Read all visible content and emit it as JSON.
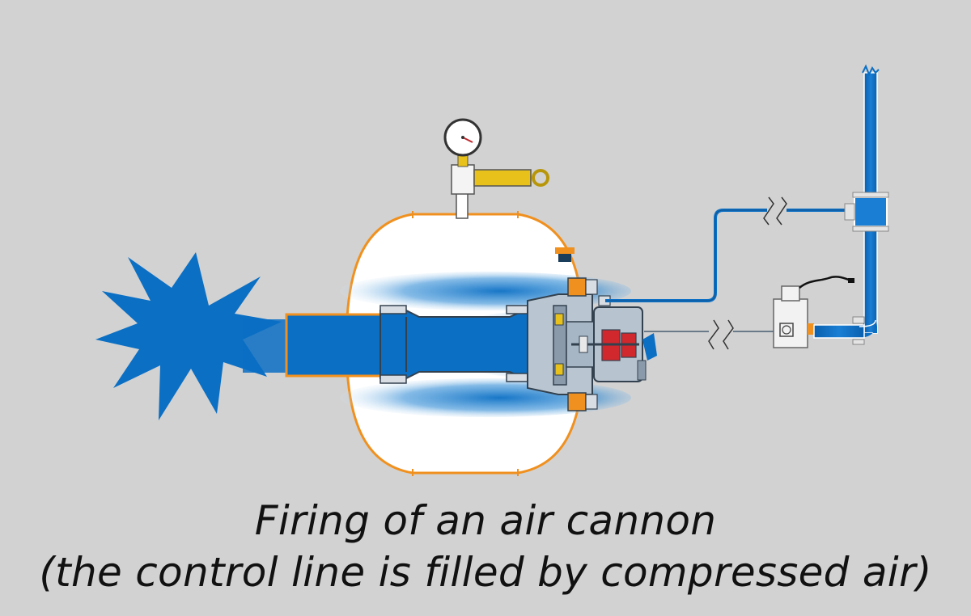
{
  "caption": {
    "line1": "Firing of an air cannon",
    "line2": "(the control line is filled by compressed air)"
  },
  "colors": {
    "background": "#d2d2d2",
    "tank_outline": "#f0901e",
    "air_blue": "#0b6fc4",
    "tank_fill": "#ffffff",
    "gauge_body": "#e8c21a",
    "valve_red": "#d0282c",
    "steel_grey": "#9aa6b2"
  },
  "icons": {
    "blast": "burst-star",
    "gauge": "pressure-gauge",
    "solenoid": "solenoid-valve"
  }
}
